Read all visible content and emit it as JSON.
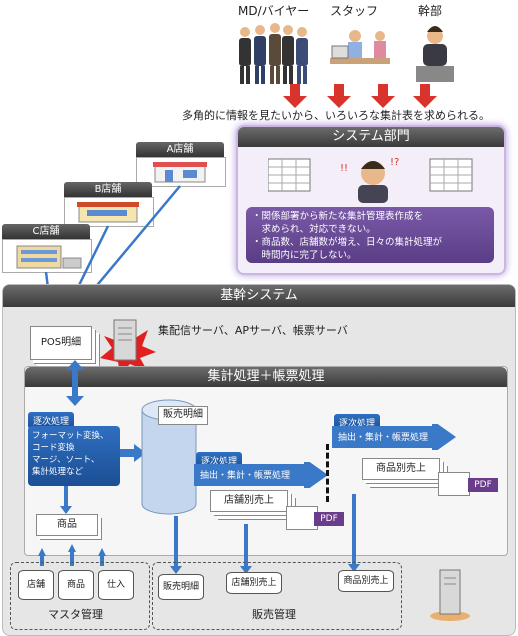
{
  "roles": {
    "md_buyer": "MD/バイヤー",
    "staff": "スタッフ",
    "executive": "幹部"
  },
  "demand_text": "多角的に情報を見たいから、いろいろな集計表を求められる。",
  "system_dept": {
    "title": "システム部門",
    "issues": [
      "・関係部署から新たな集計管理表作成を",
      "　求められ、対応できない。",
      "・商品数、店舗数が増え、日々の集計処理が",
      "　時間内に完了しない。"
    ]
  },
  "stores": [
    "A店舗",
    "B店舗",
    "C店舗"
  ],
  "core_system": {
    "title": "基幹システム",
    "servers_label": "集配信サーバ、APサーバ、帳票サーバ",
    "pos_detail": "POS明細"
  },
  "processing": {
    "title": "集計処理＋帳票処理",
    "batch_tags": [
      "逐次処理",
      "逐次処理",
      "逐次処理"
    ],
    "batch_steps": [
      "フォーマット変換、",
      "コード変換",
      "マージ、ソート、",
      "集計処理など"
    ],
    "sales_detail": "販売明細",
    "extract_label_1": "抽出・集計・帳票処理",
    "extract_label_2": "抽出・集計・帳票処理",
    "store_sales": "店舗別売上",
    "product_sales": "商品別売上",
    "pdf": "PDF",
    "product": "商品"
  },
  "master": {
    "label": "マスタ管理",
    "items": [
      "店舗",
      "商品",
      "仕入"
    ]
  },
  "sales_mgmt": {
    "label": "販売管理",
    "items": [
      "販売明細",
      "店舗別売上",
      "商品別売上"
    ]
  },
  "colors": {
    "arrow_red": "#d9342b",
    "arrow_blue": "#3a78c8",
    "purple_panel": "#6a4c93",
    "dark_header": "#4a4a4a"
  }
}
